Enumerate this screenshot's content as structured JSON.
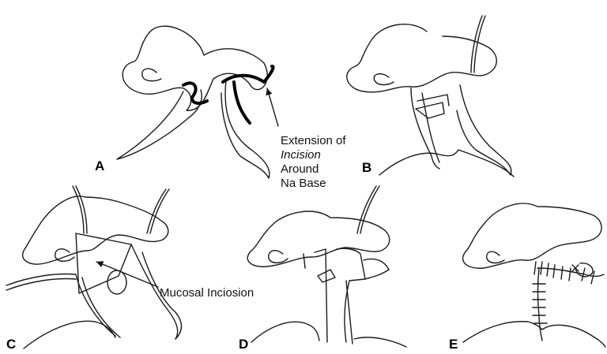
{
  "panels": {
    "a": {
      "label": "A"
    },
    "b": {
      "label": "B"
    },
    "c": {
      "label": "C"
    },
    "d": {
      "label": "D"
    },
    "e": {
      "label": "E"
    }
  },
  "annotations": {
    "extension_lines": [
      "Extension of",
      "Incision",
      "Around",
      "Na Base"
    ],
    "mucosal": "Mucosal Inciosion"
  },
  "colors": {
    "line": "#1a1a1a",
    "ink": "#000000",
    "background": "#ffffff"
  }
}
